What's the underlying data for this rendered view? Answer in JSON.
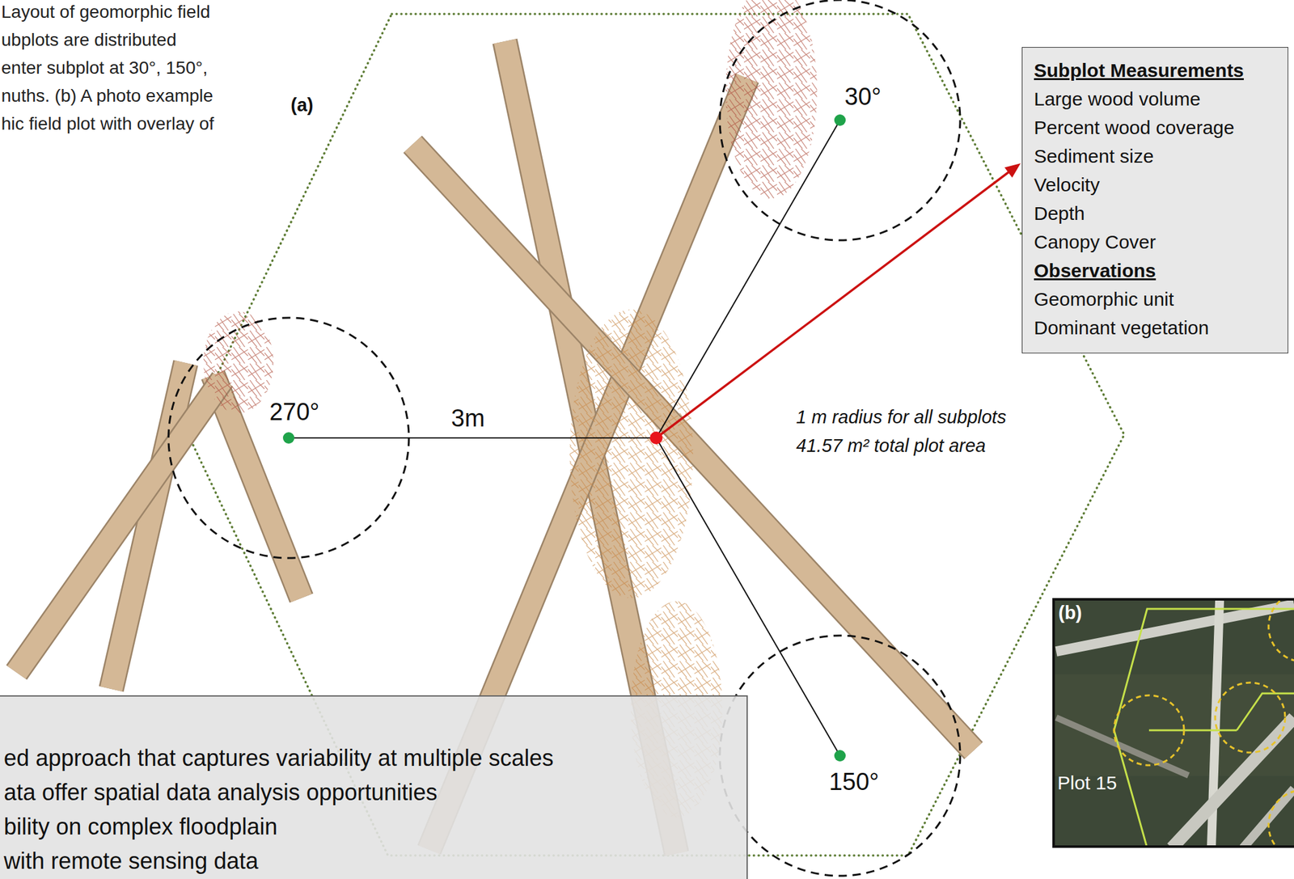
{
  "diagram": {
    "caption": "Layout of geomorphic field ubplots are distributed enter subplot at 30°, 150°, nuths. (b) A photo example hic field plot with overlay of",
    "nodes": [
      {
        "text": [
          "Subplot Measurements",
          "Large wood volume",
          "Percent wood coverage",
          "Sediment size",
          "Velocity",
          "Depth",
          "Canopy Cover",
          "Observations",
          "Geomorphic unit",
          "Dominant vegetation"
        ]
      },
      {
        "text": [
          "30°"
        ]
      },
      {
        "text": [
          "270°"
        ]
      },
      {
        "text": [
          "150°"
        ]
      },
      {
        "text": [
          "ed approach that captures variability at multiple scales",
          "ata offer spatial data analysis opportunities",
          "bility on complex floodplain",
          "with remote sensing data"
        ]
      }
    ],
    "labels": [
      "(a)",
      "3m",
      "1 m radius for all subplots",
      "41.57 m² total plot area",
      "(b)",
      "Plot 15"
    ]
  }
}
